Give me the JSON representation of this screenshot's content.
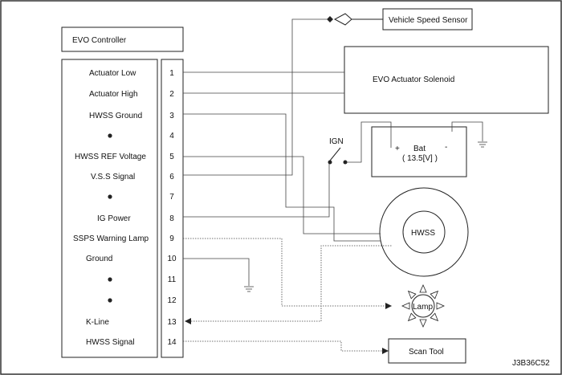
{
  "controller": {
    "title": "EVO Controller",
    "pins": [
      {
        "no": "1",
        "label": "Actuator Low"
      },
      {
        "no": "2",
        "label": "Actuator High"
      },
      {
        "no": "3",
        "label": "HWSS Ground"
      },
      {
        "no": "4",
        "label": "",
        "dot": true
      },
      {
        "no": "5",
        "label": "HWSS REF Voltage"
      },
      {
        "no": "6",
        "label": "V.S.S Signal"
      },
      {
        "no": "7",
        "label": "",
        "dot": true
      },
      {
        "no": "8",
        "label": "IG Power"
      },
      {
        "no": "9",
        "label": "SSPS Warning Lamp"
      },
      {
        "no": "10",
        "label": "Ground"
      },
      {
        "no": "11",
        "label": "",
        "dot": true
      },
      {
        "no": "12",
        "label": "",
        "dot": true
      },
      {
        "no": "13",
        "label": "K-Line"
      },
      {
        "no": "14",
        "label": "HWSS Signal"
      }
    ]
  },
  "components": {
    "vss": "Vehicle Speed Sensor",
    "solenoid": "EVO Actuator Solenoid",
    "ign": "IGN",
    "bat_plus": "+",
    "bat_label": "Bat",
    "bat_minus": "-",
    "bat_voltage": "( 13.5[V] )",
    "hwss": "HWSS",
    "lamp": "Lamp",
    "scan_tool": "Scan Tool"
  },
  "figure_code": "J3B36C52"
}
